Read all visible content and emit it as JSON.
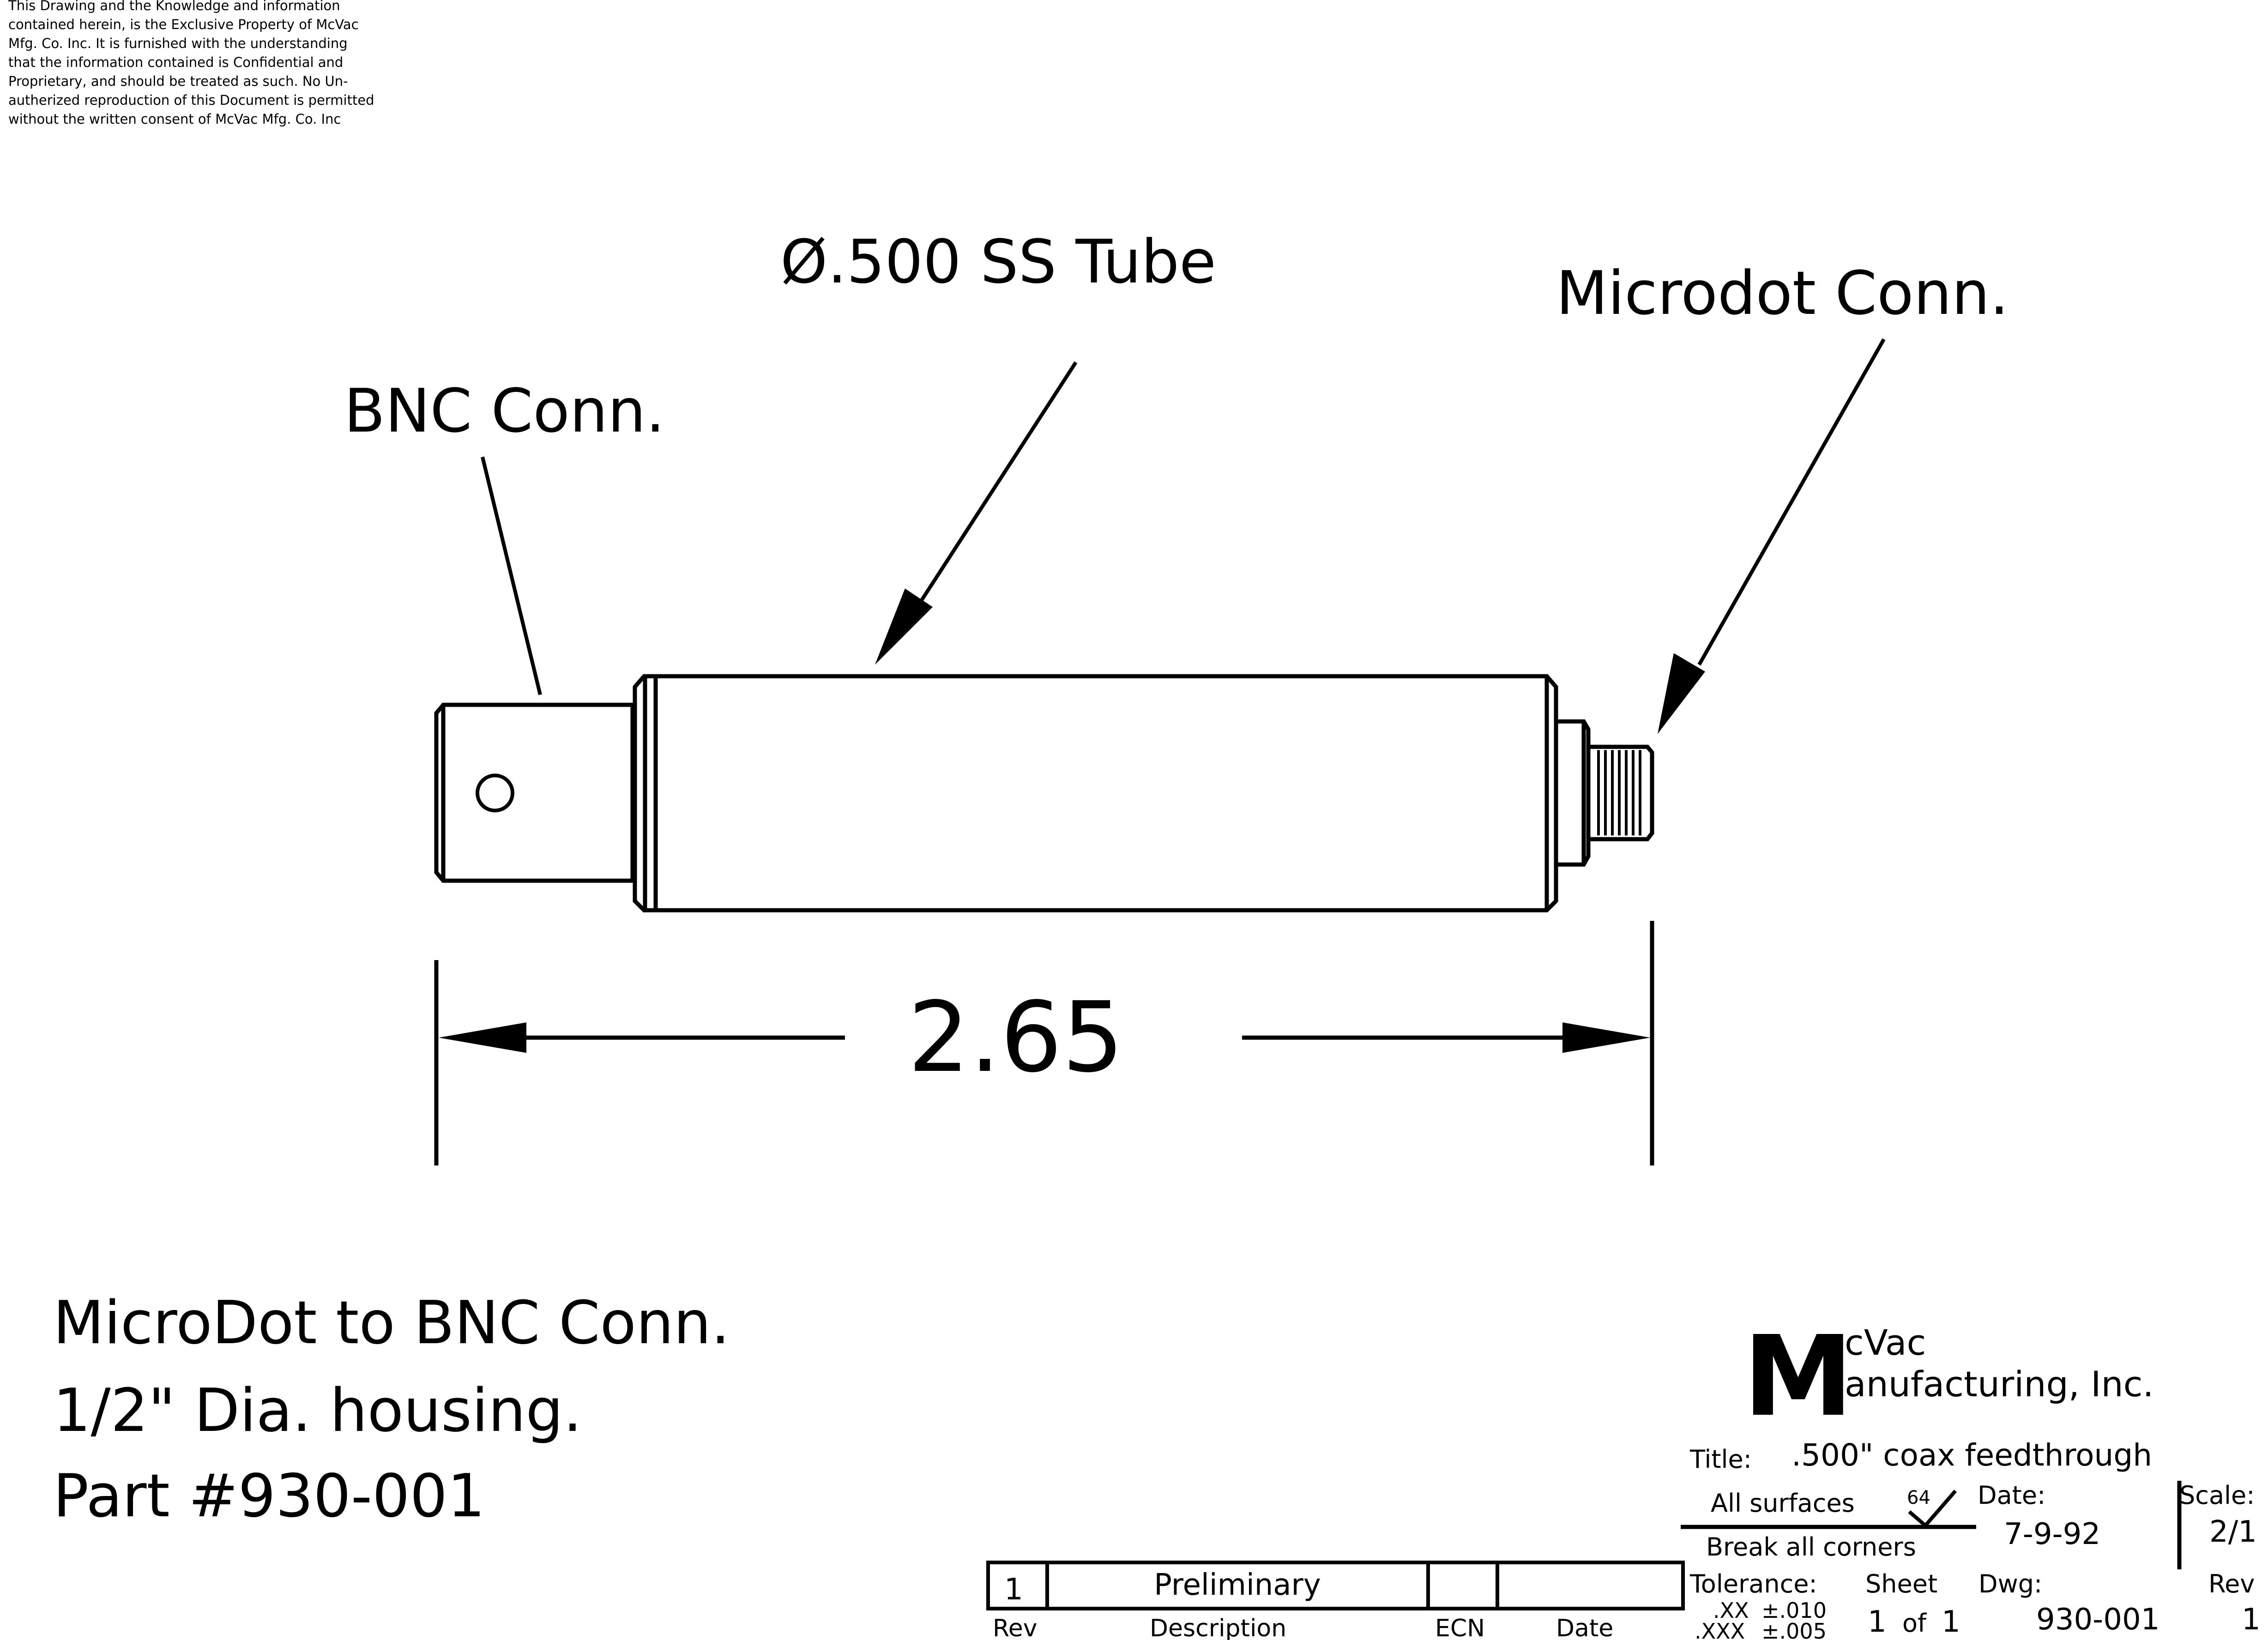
{
  "disclaimer": "This Drawing and the Knowledge and information\ncontained herein, is the Exclusive Property of McVac\nMfg. Co. Inc. It is furnished with the understanding\nthat the information contained is Confidential and\nProprietary, and should be treated as such. No Un-\nautherized reproduction of this Document is permitted\nwithout the written consent of McVac Mfg. Co. Inc",
  "callouts": {
    "tube": "Ø.500 SS Tube",
    "microdot": "Microdot Conn.",
    "bnc": "BNC Conn."
  },
  "dimension": "2.65",
  "notes": {
    "line1": "MicroDot to BNC Conn.",
    "line2": "1/2\" Dia. housing.",
    "line3": "Part #930-001"
  },
  "logo": {
    "letter": "M",
    "line1": "cVac",
    "line2": "anufacturing, Inc."
  },
  "title_block": {
    "title_label": "Title:",
    "title_value": ".500\" coax feedthrough",
    "surfaces": "All surfaces",
    "finish": "64",
    "corners": "Break all corners",
    "date_label": "Date:",
    "date_value": "7-9-92",
    "scale_label": "Scale:",
    "scale_value": "2/1",
    "tolerance_label": "Tolerance:",
    "tol_xx": ".XX",
    "tol_xx_value": "±.010",
    "tol_xxx": ".XXX",
    "tol_xxx_value": "±.005",
    "sheet_label": "Sheet",
    "sheet_num": "1",
    "sheet_of": "of",
    "sheet_total": "1",
    "dwg_label": "Dwg:",
    "dwg_value": "930-001",
    "rev_label": "Rev",
    "rev_value": "1"
  },
  "revision_block": {
    "rev": "1",
    "description": "Preliminary",
    "ecn": "",
    "date": "",
    "headers": {
      "rev": "Rev",
      "description": "Description",
      "ecn": "ECN",
      "date": "Date"
    }
  }
}
